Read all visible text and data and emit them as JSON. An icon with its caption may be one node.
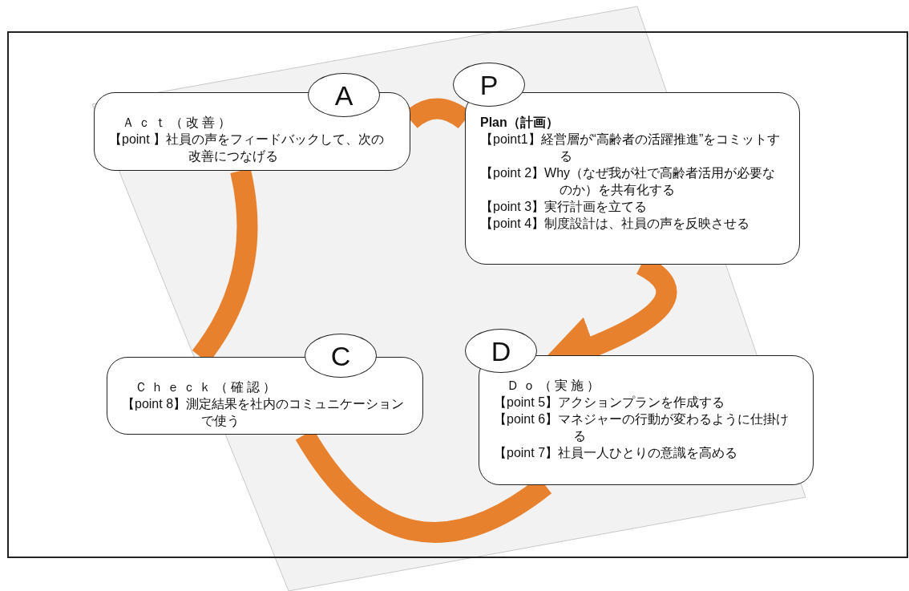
{
  "diagram": {
    "nodes": [
      {
        "text": [
          "A"
        ]
      },
      {
        "text": [
          "Ａｃｔ（改善）",
          "【point 】社員の声をフィードバックして、次の改善につなげる"
        ]
      },
      {
        "text": [
          "P"
        ]
      },
      {
        "text": [
          "Plan（計画）",
          "【point1】経営層が“高齢者の活躍推進”をコミットする",
          "【point 2】Why（なぜ我が社で高齢者活用が必要なのか）を共有化する",
          "【point 3】実行計画を立てる",
          "【point 4】制度設計は、社員の声を反映させる"
        ]
      },
      {
        "text": [
          "C"
        ]
      },
      {
        "text": [
          "Ｃｈｅｃｋ（確認）",
          "【point 8】測定結果を社内のコミュニケーションで使う"
        ]
      },
      {
        "text": [
          "D"
        ]
      },
      {
        "text": [
          "Ｄｏ（実施）",
          "【point 5】アクションプランを作成する",
          "【point 6】マネジャーの行動が変わるように仕掛ける",
          "【point 7】社員一人ひとりの意識を高める"
        ]
      }
    ],
    "edges": [
      {
        "from": 1,
        "to": 3,
        "arrow": "none"
      },
      {
        "from": 3,
        "to": 7,
        "arrow": "to"
      },
      {
        "from": 7,
        "to": 5,
        "arrow": "none"
      },
      {
        "from": 5,
        "to": 1,
        "arrow": "none"
      }
    ]
  }
}
